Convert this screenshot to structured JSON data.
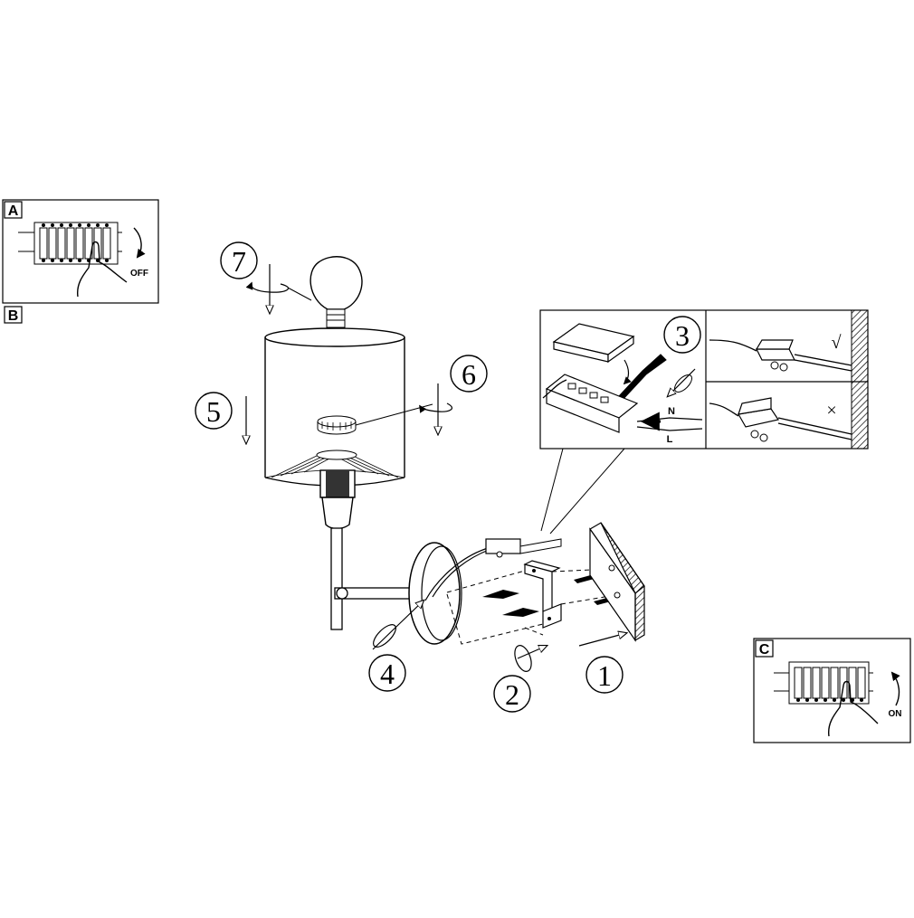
{
  "panels": {
    "A": {
      "label": "A",
      "switch_text": "OFF"
    },
    "B": {
      "label": "B"
    },
    "C": {
      "label": "C",
      "switch_text": "ON"
    }
  },
  "steps": [
    "1",
    "2",
    "3",
    "4",
    "5",
    "6",
    "7"
  ],
  "wiring": {
    "neutral": "N",
    "live": "L",
    "correct_mark": "√",
    "wrong_mark": "×"
  }
}
